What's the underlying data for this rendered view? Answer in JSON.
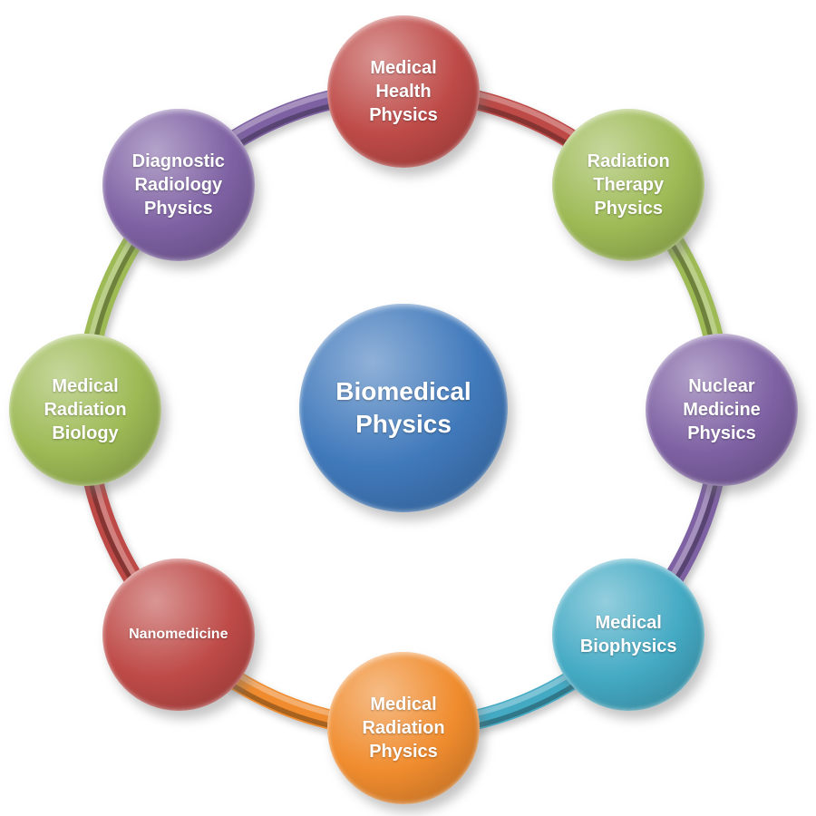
{
  "background_color": "#FFFFFF",
  "diagram": {
    "type": "cycle",
    "text_color": "#FFFFFF",
    "center": {
      "label": "Biomedical Physics",
      "color": "#4079BB"
    },
    "nodes": [
      {
        "label": "Medical Health Physics",
        "color": "#BE4A47",
        "angle_deg": -90,
        "small_text": false
      },
      {
        "label": "Radiation Therapy Physics",
        "color": "#9DBA55",
        "angle_deg": -45,
        "small_text": false
      },
      {
        "label": "Nuclear Medicine Physics",
        "color": "#7E61A3",
        "angle_deg": 0,
        "small_text": false
      },
      {
        "label": "Medical Biophysics",
        "color": "#44AAC4",
        "angle_deg": 45,
        "small_text": false
      },
      {
        "label": "Medical Radiation Physics",
        "color": "#F08C2E",
        "angle_deg": 90,
        "small_text": false
      },
      {
        "label": "Nanomedicine",
        "color": "#BE4A47",
        "angle_deg": 135,
        "small_text": true
      },
      {
        "label": "Medical Radiation Biology",
        "color": "#9DBA55",
        "angle_deg": 180,
        "small_text": false
      },
      {
        "label": "Diagnostic Radiology Physics",
        "color": "#7E61A3",
        "angle_deg": 225,
        "small_text": false
      }
    ],
    "connector_rule": "each ring arc takes the color of the clockwise-preceding node"
  }
}
